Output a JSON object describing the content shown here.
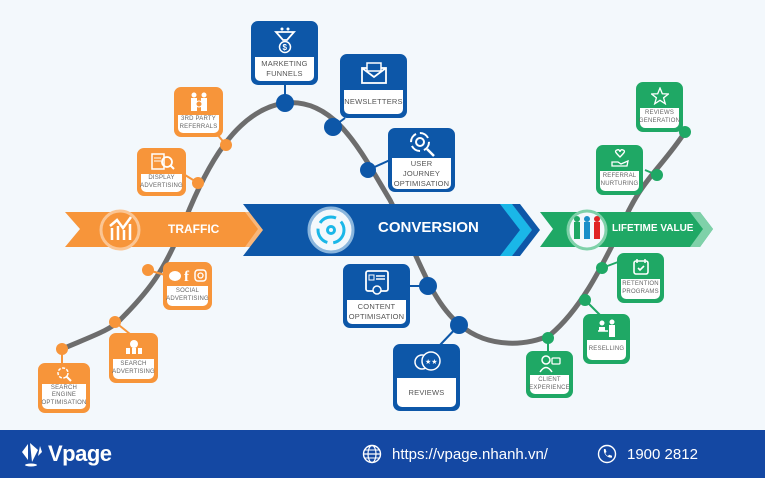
{
  "diagram": {
    "curve_color": "#6d6d6d",
    "stages": [
      {
        "id": "traffic",
        "label": "TRAFFIC",
        "color": "#f7953a",
        "icon": "chart-growth-icon"
      },
      {
        "id": "conversion",
        "label": "CONVERSION",
        "color": "#0d57a8",
        "icon": "gear-cycle-icon"
      },
      {
        "id": "lifetime",
        "label": "LIFETIME VALUE",
        "color": "#1fa865",
        "icon": "customers-icon"
      }
    ],
    "traffic_items": [
      {
        "label": "SEARCH ENGINE\nOPTIMISATION",
        "icon": "gear-search-icon"
      },
      {
        "label": "SEARCH\nADVERTISING",
        "icon": "target-audience-icon"
      },
      {
        "label": "SOCIAL\nADVERTISING",
        "icon": "social-media-icon"
      },
      {
        "label": "DISPLAY\nADVERTISING",
        "icon": "display-search-icon"
      },
      {
        "label": "3RD PARTY\nREFERRALS",
        "icon": "people-referral-icon"
      }
    ],
    "conversion_items": [
      {
        "label": "MARKETING\nFUNNELS",
        "icon": "funnel-icon"
      },
      {
        "label": "NEWSLETTERS",
        "icon": "envelope-icon"
      },
      {
        "label": "USER JOURNEY\nOPTIMISATION",
        "icon": "gear-magnify-icon"
      },
      {
        "label": "CONTENT\nOPTIMISATION",
        "icon": "content-gear-icon"
      },
      {
        "label": "REVIEWS",
        "icon": "review-bubbles-icon"
      }
    ],
    "lifetime_items": [
      {
        "label": "CLIENT\nEXPERIENCE",
        "icon": "client-support-icon"
      },
      {
        "label": "RESELLING",
        "icon": "reselling-icon"
      },
      {
        "label": "RETENTION\nPROGRAMS",
        "icon": "calendar-check-icon"
      },
      {
        "label": "REFERRAL\nNURTURING",
        "icon": "heart-hand-icon"
      },
      {
        "label": "REVIEWS\nGENERATION",
        "icon": "star-icon"
      }
    ]
  },
  "footer": {
    "brand": "Vpage",
    "website": "https://vpage.nhanh.vn/",
    "phone": "1900 2812",
    "background": "#1448a3"
  }
}
